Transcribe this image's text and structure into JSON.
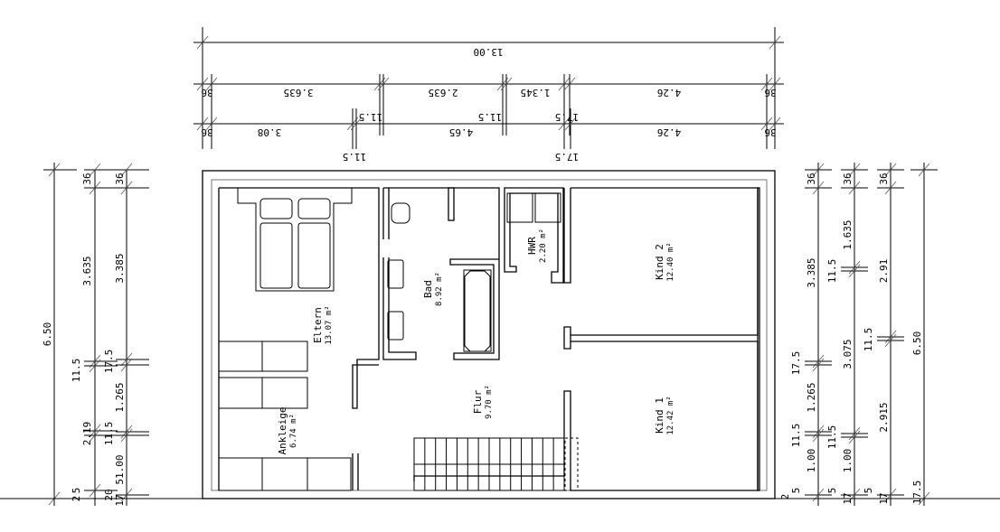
{
  "rooms": {
    "eltern": {
      "name": "Eltern",
      "area": "13.07 m²"
    },
    "bad": {
      "name": "Bad",
      "area": "8.92 m²"
    },
    "hwr": {
      "name": "HWR",
      "area": "2.20 m²"
    },
    "kind2": {
      "name": "Kind 2",
      "area": "12.40 m²"
    },
    "kind1": {
      "name": "Kind 1",
      "area": "12.42 m²"
    },
    "flur": {
      "name": "Flur",
      "area": "9.70 m²"
    },
    "ankleide": {
      "name": "Ankleige",
      "area": "6.74 m²"
    }
  },
  "dimensions": {
    "top": {
      "total": "13.00",
      "row1": [
        "36",
        "3.635",
        "2.635",
        "1.345",
        "4.26",
        "36"
      ],
      "row2": [
        "36",
        "3.08",
        "4.65",
        "4.26",
        "36"
      ],
      "openings": [
        "11.5",
        "11.5",
        "17.5",
        "11.5",
        "17.5"
      ]
    },
    "left": {
      "total": "6.50",
      "col1": [
        "36",
        "3.635",
        "11.5",
        "2.19",
        "5",
        "20",
        "2"
      ],
      "col2": [
        "36",
        "3.385",
        "17.5",
        "1.265",
        "11.5",
        "51.00",
        "17"
      ]
    },
    "right": {
      "col1": [
        "36",
        "3.385",
        "17.5",
        "1.265",
        "11.5",
        "1.00",
        "5",
        "2"
      ],
      "col2": [
        "36",
        "1.635",
        "11.5",
        "3.075",
        "11.5",
        "1.00",
        "5",
        "17"
      ],
      "col3": [
        "36",
        "2.91",
        "11.5",
        "2.915",
        "5",
        "17"
      ],
      "total": "6.50",
      "col4": [
        "17.5"
      ]
    }
  }
}
